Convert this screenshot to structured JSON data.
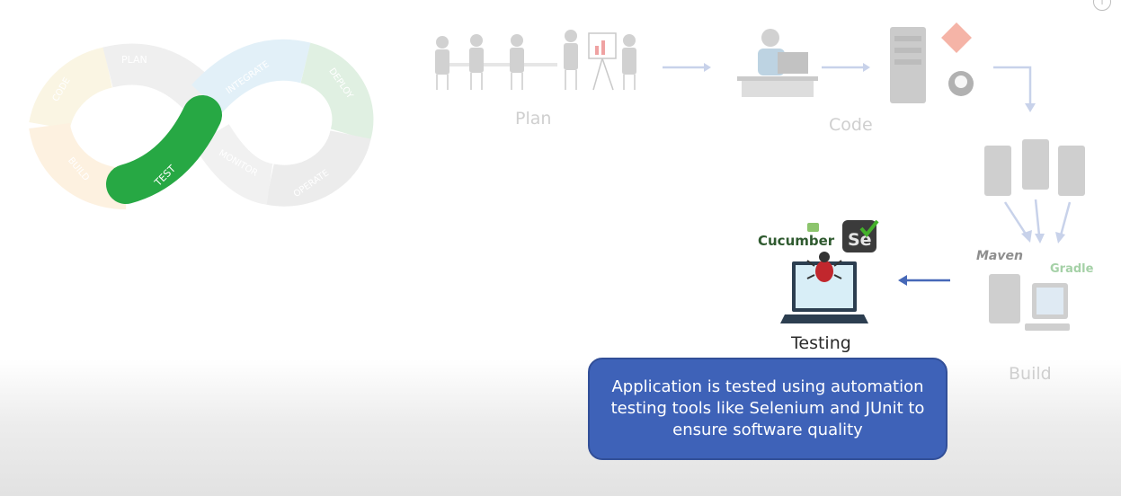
{
  "loop": {
    "stages": [
      {
        "label": "PLAN",
        "color": "#eeeeee"
      },
      {
        "label": "INTEGRATE",
        "color": "#dfeef7"
      },
      {
        "label": "DEPLOY",
        "color": "#dbeedd"
      },
      {
        "label": "OPERATE",
        "color": "#ececec"
      },
      {
        "label": "MONITOR",
        "color": "#f0f0f0"
      },
      {
        "label": "TEST",
        "color": "#27a844"
      },
      {
        "label": "BUILD",
        "color": "#fdf0dc"
      },
      {
        "label": "CODE",
        "color": "#fcf6e2"
      }
    ],
    "active": "TEST"
  },
  "pipeline": {
    "plan": "Plan",
    "code": "Code",
    "build": "Build",
    "testing": "Testing",
    "tools": {
      "cucumber": "Cucumber",
      "selenium": "Se",
      "maven": "Maven",
      "gradle": "Gradle"
    }
  },
  "callout": "Application is tested using automation testing tools like Selenium and JUnit to ensure software quality",
  "colors": {
    "accent": "#3e62b8",
    "active_stage": "#27a844",
    "arrow": "#4668b8"
  }
}
